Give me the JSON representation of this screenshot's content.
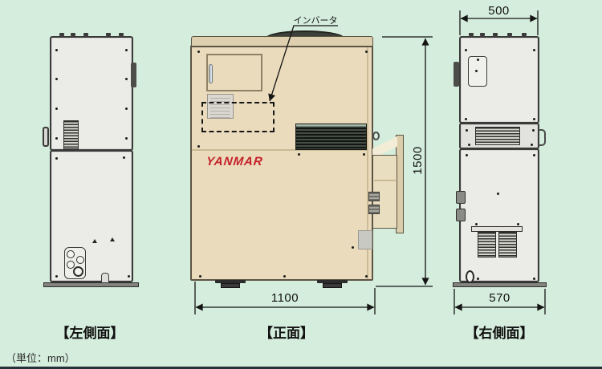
{
  "page": {
    "unit_note": "（単位：mm）",
    "background_color": "#d5eddc",
    "bottom_rule_color": "#243138"
  },
  "machine": {
    "brand_logo": "YANMAR",
    "brand_color": "#c32127",
    "inverter_callout": "インバータ"
  },
  "views": {
    "left_side": {
      "caption": "【左側面】"
    },
    "front": {
      "caption": "【正面】"
    },
    "right_side": {
      "caption": "【右側面】"
    }
  },
  "dimensions_mm": {
    "front_width": "1100",
    "overall_height": "1500",
    "right_top_width": "500",
    "right_base_width": "570"
  }
}
